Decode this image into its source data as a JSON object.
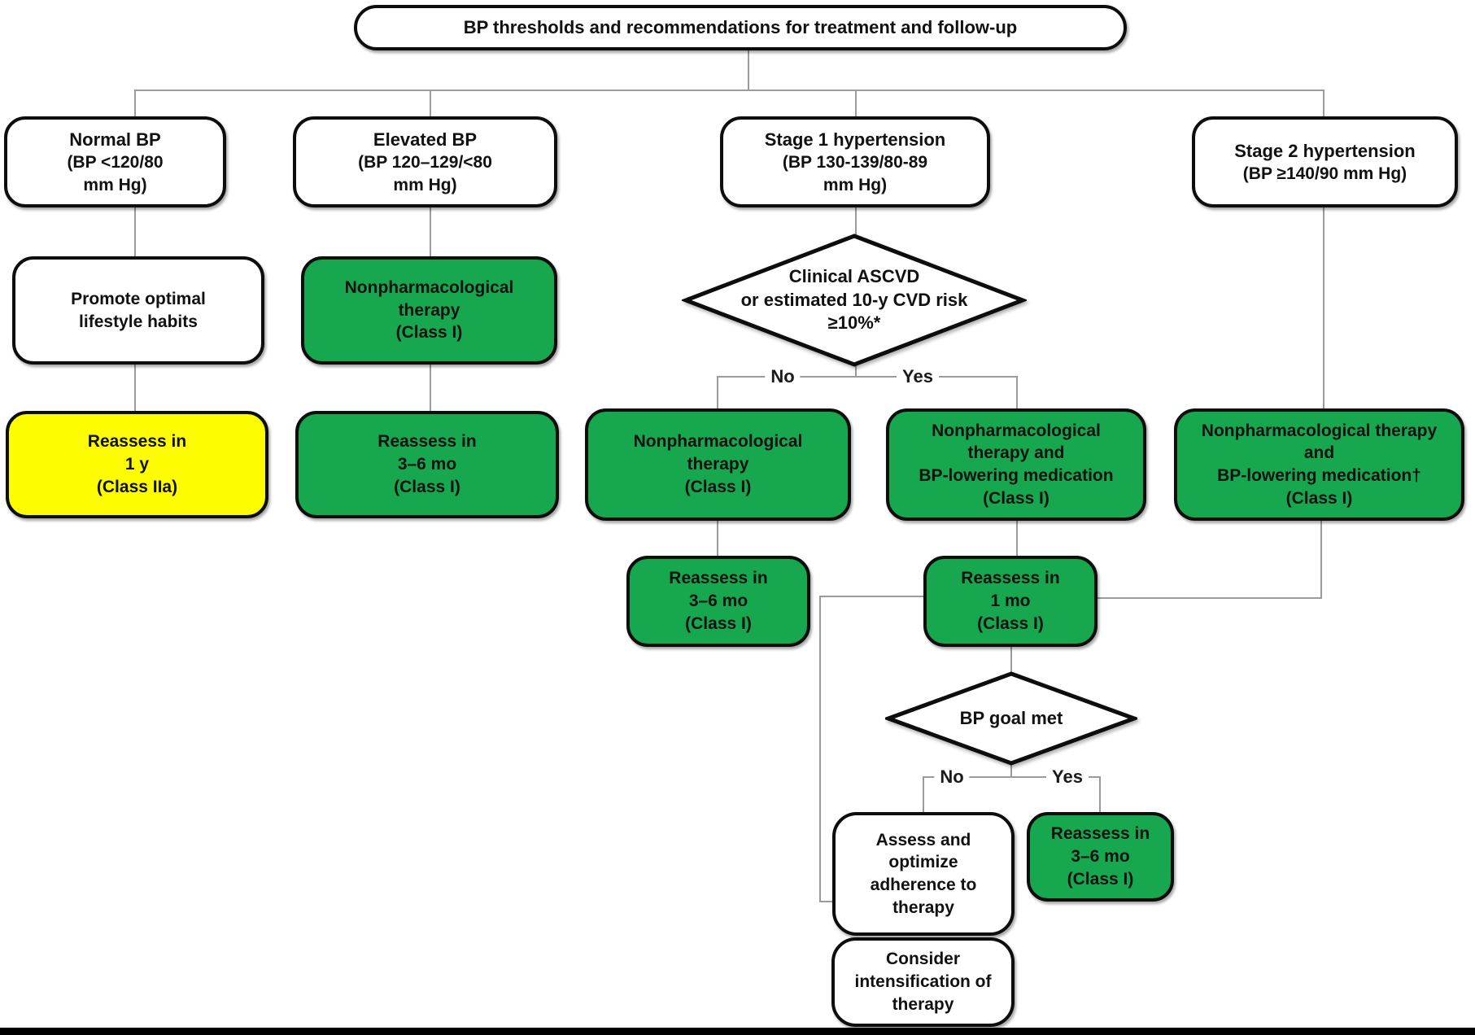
{
  "title": "BP thresholds and recommendations for treatment and follow-up",
  "colors": {
    "green": "#17a74e",
    "yellow": "#fdfd00",
    "white": "#ffffff",
    "box_border": "#0d0d0d",
    "connector": "#9b9b9b"
  },
  "categories": {
    "normal": {
      "heading": "Normal BP",
      "detail1": "(BP <120/80",
      "detail2": "mm Hg)"
    },
    "elevated": {
      "heading": "Elevated BP",
      "detail1": "(BP 120–129/<80",
      "detail2": "mm Hg)"
    },
    "stage1": {
      "heading": "Stage 1 hypertension",
      "detail1": "(BP 130-139/80-89",
      "detail2": "mm Hg)"
    },
    "stage2": {
      "heading": "Stage 2 hypertension",
      "detail1": "(BP ≥140/90 mm Hg)"
    }
  },
  "nodes": {
    "promote": {
      "lines": [
        "Promote optimal",
        "lifestyle habits"
      ]
    },
    "nonpharm_elevated": {
      "lines": [
        "Nonpharmacological",
        "therapy",
        "(Class I)"
      ]
    },
    "reassess_1y": {
      "lines": [
        "Reassess in",
        "1 y",
        "(Class IIa)"
      ]
    },
    "reassess_36_elevated": {
      "lines": [
        "Reassess in",
        "3–6 mo",
        "(Class I)"
      ]
    },
    "nonpharm_no": {
      "lines": [
        "Nonpharmacological",
        "therapy",
        "(Class I)"
      ]
    },
    "nonpharm_yes": {
      "lines": [
        "Nonpharmacological",
        "therapy and",
        "BP-lowering medication",
        "(Class I)"
      ]
    },
    "stage2_therapy": {
      "lines": [
        "Nonpharmacological therapy",
        "and",
        "BP-lowering medication†",
        "(Class I)"
      ]
    },
    "reassess_36_no": {
      "lines": [
        "Reassess in",
        "3–6 mo",
        "(Class I)"
      ]
    },
    "reassess_1mo": {
      "lines": [
        "Reassess in",
        "1 mo",
        "(Class I)"
      ]
    },
    "assess_adherence": {
      "lines": [
        "Assess and",
        "optimize",
        "adherence to",
        "therapy"
      ]
    },
    "reassess_36_yes": {
      "lines": [
        "Reassess in",
        "3–6 mo",
        "(Class I)"
      ]
    },
    "consider_intensify": {
      "lines": [
        "Consider",
        "intensification of",
        "therapy"
      ]
    }
  },
  "decisions": {
    "ascvd": {
      "lines": [
        "Clinical ASCVD",
        "or estimated 10-y CVD risk",
        "≥10%*"
      ]
    },
    "goal": {
      "lines": [
        "BP goal met"
      ]
    }
  },
  "branch_labels": {
    "ascvd_no": "No",
    "ascvd_yes": "Yes",
    "goal_no": "No",
    "goal_yes": "Yes"
  }
}
